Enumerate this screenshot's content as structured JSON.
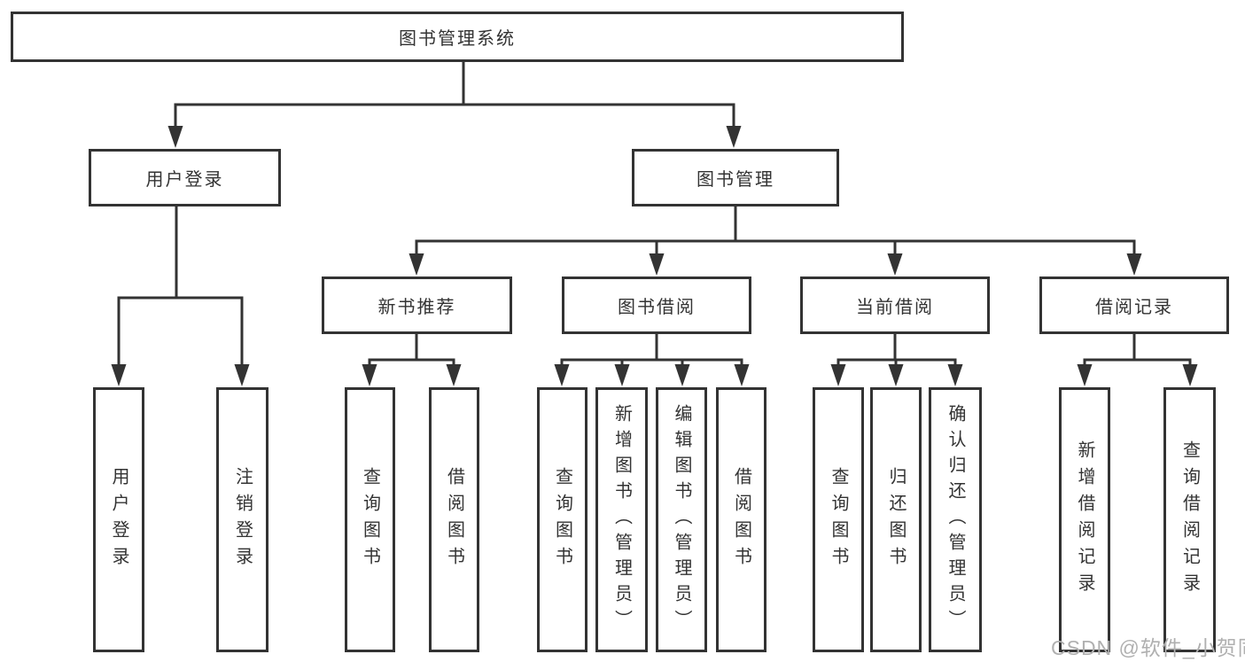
{
  "diagram": {
    "title": "图书管理系统",
    "watermark": "CSDN @软件_小贺同学",
    "colors": {
      "line": "#333333",
      "box_border": "#333333",
      "text": "#333333",
      "background": "#ffffff",
      "watermark": "#b0b0b0"
    },
    "nodes": [
      {
        "id": "root",
        "label": "图书管理系统",
        "parent": null
      },
      {
        "id": "login",
        "label": "用户登录",
        "parent": "root"
      },
      {
        "id": "mgmt",
        "label": "图书管理",
        "parent": "root"
      },
      {
        "id": "login-user",
        "label": "用户登录",
        "parent": "login"
      },
      {
        "id": "login-logout",
        "label": "注销登录",
        "parent": "login"
      },
      {
        "id": "rec",
        "label": "新书推荐",
        "parent": "mgmt"
      },
      {
        "id": "borrow",
        "label": "图书借阅",
        "parent": "mgmt"
      },
      {
        "id": "current",
        "label": "当前借阅",
        "parent": "mgmt"
      },
      {
        "id": "record",
        "label": "借阅记录",
        "parent": "mgmt"
      },
      {
        "id": "rec-query",
        "label": "查询图书",
        "parent": "rec"
      },
      {
        "id": "rec-borrow",
        "label": "借阅图书",
        "parent": "rec"
      },
      {
        "id": "borrow-query",
        "label": "查询图书",
        "parent": "borrow"
      },
      {
        "id": "borrow-add",
        "label": "新增图书（管理员）",
        "parent": "borrow"
      },
      {
        "id": "borrow-edit",
        "label": "编辑图书（管理员）",
        "parent": "borrow"
      },
      {
        "id": "borrow-borrow",
        "label": "借阅图书",
        "parent": "borrow"
      },
      {
        "id": "current-query",
        "label": "查询图书",
        "parent": "current"
      },
      {
        "id": "current-return",
        "label": "归还图书",
        "parent": "current"
      },
      {
        "id": "current-confirm",
        "label": "确认归还（管理员）",
        "parent": "current"
      },
      {
        "id": "record-add",
        "label": "新增借阅记录",
        "parent": "record"
      },
      {
        "id": "record-query",
        "label": "查询借阅记录",
        "parent": "record"
      }
    ]
  }
}
